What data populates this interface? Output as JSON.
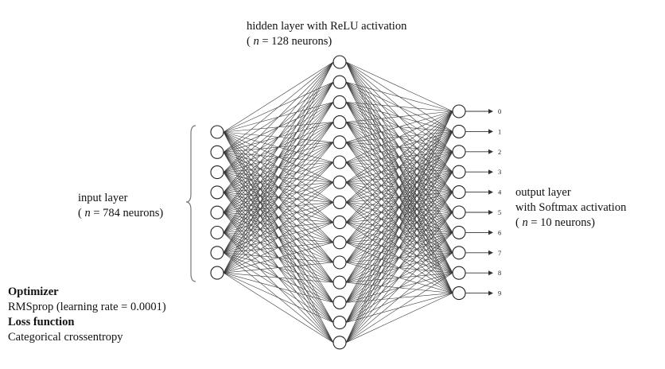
{
  "hidden_layer": {
    "title": "hidden layer with ReLU activation",
    "count_prefix": "( ",
    "count_var": "n",
    "count_suffix": " = 128 neurons)"
  },
  "input_layer": {
    "title": "input layer",
    "count_prefix": "( ",
    "count_var": "n",
    "count_suffix": " = 784 neurons)"
  },
  "output_layer": {
    "title": "output layer",
    "subtitle": "with Softmax activation",
    "count_prefix": "( ",
    "count_var": "n",
    "count_suffix": " = 10 neurons)"
  },
  "output_labels": [
    "0",
    "1",
    "2",
    "3",
    "4",
    "5",
    "6",
    "7",
    "8",
    "9"
  ],
  "training": {
    "optimizer_heading": "Optimizer",
    "optimizer_value": "RMSprop (learning rate = 0.0001)",
    "loss_heading": "Loss function",
    "loss_value": "Categorical crossentropy"
  },
  "network": {
    "input_nodes_drawn": 8,
    "hidden_nodes_drawn": 15,
    "output_nodes_drawn": 10
  }
}
